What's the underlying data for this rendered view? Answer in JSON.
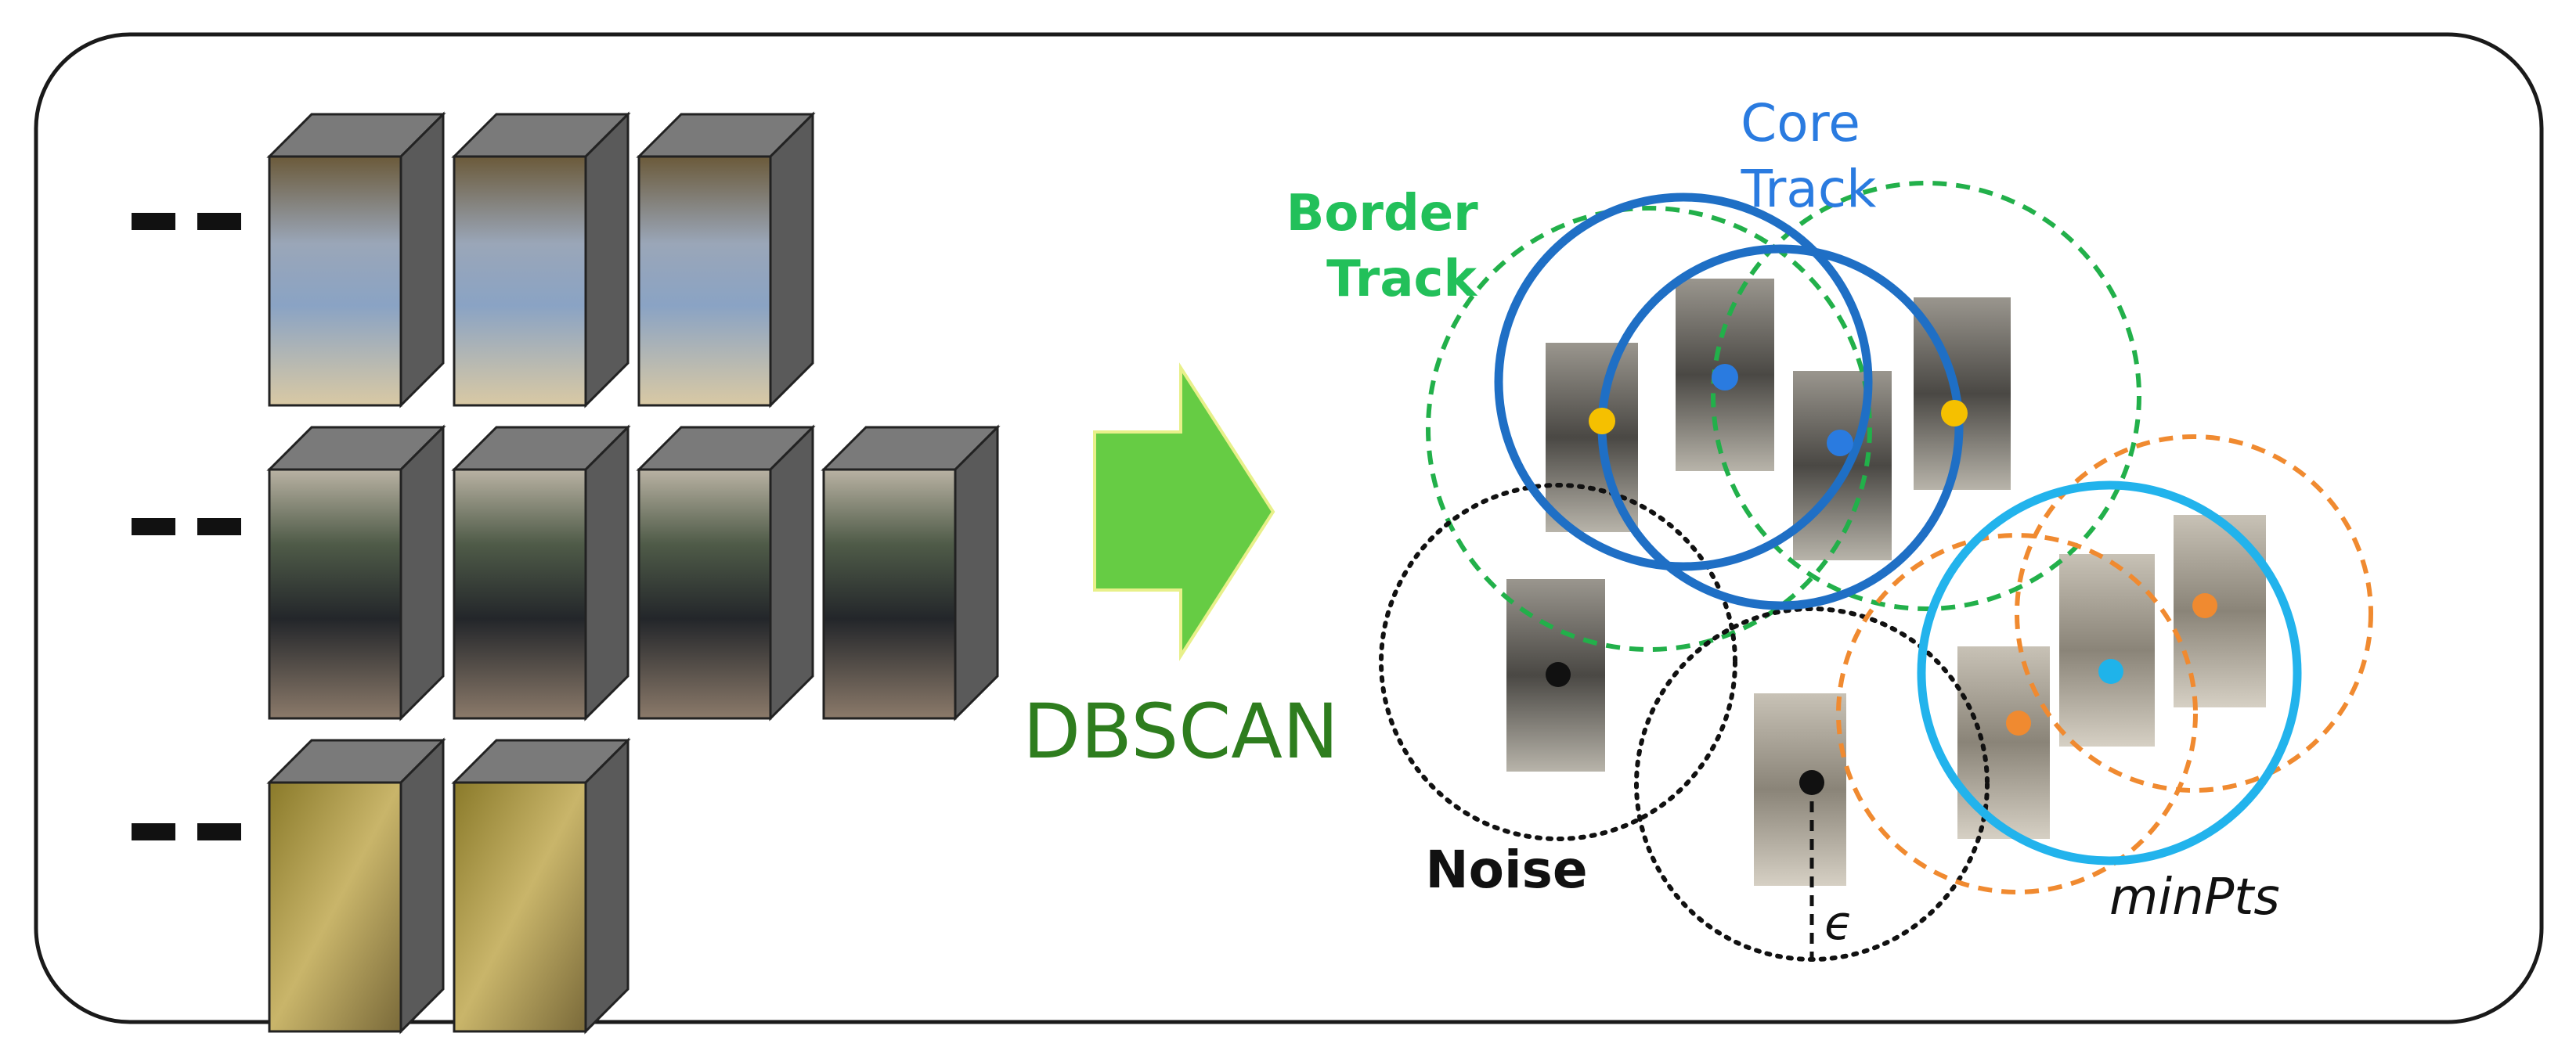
{
  "left_panel": {
    "rows": [
      {
        "name": "row-girl-walking",
        "frames": 3
      },
      {
        "name": "row-woman-green-jacket",
        "frames": 4
      },
      {
        "name": "row-pole-background",
        "frames": 2
      }
    ]
  },
  "arrow": {
    "label": "DBSCAN",
    "fill_color": "#66cc44",
    "label_color": "#2e7d1e"
  },
  "cluster_diagram": {
    "core_label_line1": "Core",
    "core_label_line2": "Track",
    "border_label_line1": "Border",
    "border_label_line2": "Track",
    "noise_label": "Noise",
    "minpts_label": "minPts",
    "epsilon_label": "ϵ",
    "colors": {
      "core": "#1f6fc5",
      "core_light": "#22b3ec",
      "border": "#22b04a",
      "border_text": "#22c05a",
      "noise": "#111111",
      "minpts_circle": "#f08a30",
      "point_blue": "#2a7be0",
      "point_yellow": "#f5c000",
      "point_orange": "#f08a30",
      "point_cyan": "#1fb3ea"
    }
  }
}
